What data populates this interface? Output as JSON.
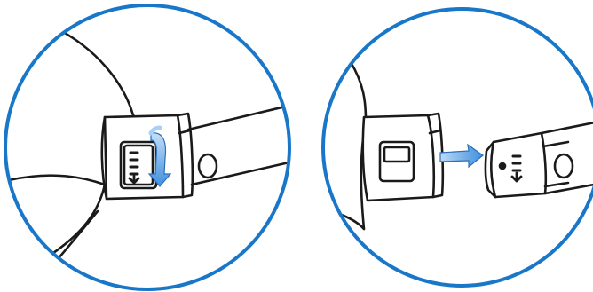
{
  "figure": {
    "panels": [
      {
        "id": "left",
        "subject": "connector-collar-rotate-to-unlock",
        "arrow": "rotate-arrow-icon"
      },
      {
        "id": "right",
        "subject": "connector-pulled-apart",
        "arrow": "pull-apart-arrow-icon"
      }
    ]
  },
  "colors": {
    "circle_outline": "#1877c8",
    "line_art": "#1a1a1a",
    "arrow_fill": "#4a9be0",
    "arrow_light": "#a9d0f5",
    "background": "#ffffff"
  }
}
